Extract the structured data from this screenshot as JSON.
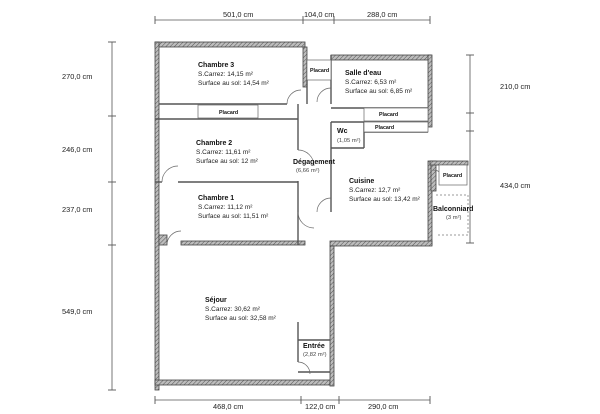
{
  "dimensions": {
    "top": [
      "501,0 cm",
      "104,0 cm",
      "288,0 cm"
    ],
    "bottom": [
      "468,0 cm",
      "122,0 cm",
      "290,0 cm"
    ],
    "left": [
      "270,0 cm",
      "246,0 cm",
      "237,0 cm",
      "549,0 cm"
    ],
    "right": [
      "210,0 cm",
      "434,0 cm"
    ]
  },
  "rooms": {
    "chambre3": {
      "name": "Chambre 3",
      "carrez": "S.Carrez: 14,15 m²",
      "sol": "Surface au sol: 14,54 m²"
    },
    "salle_deau": {
      "name": "Salle d'eau",
      "carrez": "S.Carrez: 6,53 m²",
      "sol": "Surface au sol: 6,85 m²"
    },
    "chambre2": {
      "name": "Chambre 2",
      "carrez": "S.Carrez: 11,61 m²",
      "sol": "Surface au sol: 12 m²"
    },
    "wc": {
      "name": "Wc",
      "area": "(1,05 m²)"
    },
    "degagement": {
      "name": "Dégagement",
      "area": "(6,66 m²)"
    },
    "chambre1": {
      "name": "Chambre 1",
      "carrez": "S.Carrez: 11,12 m²",
      "sol": "Surface au sol: 11,51 m²"
    },
    "cuisine": {
      "name": "Cuisine",
      "carrez": "S.Carrez: 12,7 m²",
      "sol": "Surface au sol: 13,42 m²"
    },
    "balconniard": {
      "name": "Balconniard",
      "area": "(3 m²)"
    },
    "sejour": {
      "name": "Séjour",
      "carrez": "S.Carrez: 30,62 m²",
      "sol": "Surface au sol: 32,58 m²"
    },
    "entree": {
      "name": "Entrée",
      "area": "(2,82 m²)"
    }
  },
  "placards": [
    "Placard",
    "Placard",
    "Placard",
    "Placard",
    "Placard"
  ]
}
